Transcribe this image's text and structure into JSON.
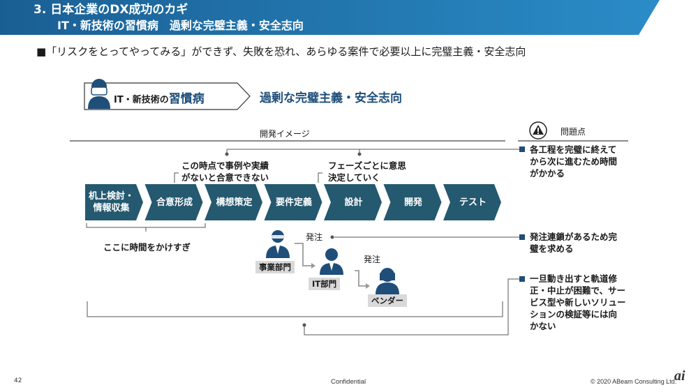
{
  "header": {
    "line1": "3.  日本企業のDX成功のカギ",
    "line2": "IT・新技術の習慣病　過剰な完璧主義・安全志向"
  },
  "bullet": "■「リスクをとってやってみる」ができず、失敗を恐れ、あらゆる案件で必要以上に完璧主義・安全志向",
  "badge": {
    "prefix": "IT・新技術の",
    "emph": "習慣病",
    "title": "過剰な完璧主義・安全志向"
  },
  "diagram": {
    "left_header": "開発イメージ",
    "right_header": "問題点",
    "phases": [
      {
        "label": "机上検討・\n情報収集"
      },
      {
        "label": "合意形成"
      },
      {
        "label": "構想策定"
      },
      {
        "label": "要件定義"
      },
      {
        "label": "設計"
      },
      {
        "label": "開発"
      },
      {
        "label": "テスト"
      }
    ],
    "callout1": "この時点で事例や実績\nがないと合意できない",
    "callout2": "フェーズごとに意思\n決定していく",
    "below_text": "ここに時間をかけすぎ",
    "order_label_1": "発注",
    "order_label_2": "発注",
    "actors": [
      "事業部門",
      "IT部門",
      "ベンダー"
    ],
    "problems": [
      "各工程を完璧に終えて\nから次に進むため時間\nがかかる",
      "発注連鎖があるため完\n璧を求める",
      "一旦動き出すと軌道修\n正・中止が困難で、サー\nビス型や新しいソリュー\nションの検証等には向\nかない"
    ]
  },
  "footer": {
    "page": "42",
    "center": "Confidential",
    "copyright": "© 2020 ABeam Consulting Ltd.",
    "logo": "ai"
  },
  "colors": {
    "header_bg": "#1f6fa8",
    "header_accent": "#2e96cf",
    "chevron": "#24596f",
    "text_dark": "#1a1a1a",
    "badge_title": "#1f4e79"
  }
}
